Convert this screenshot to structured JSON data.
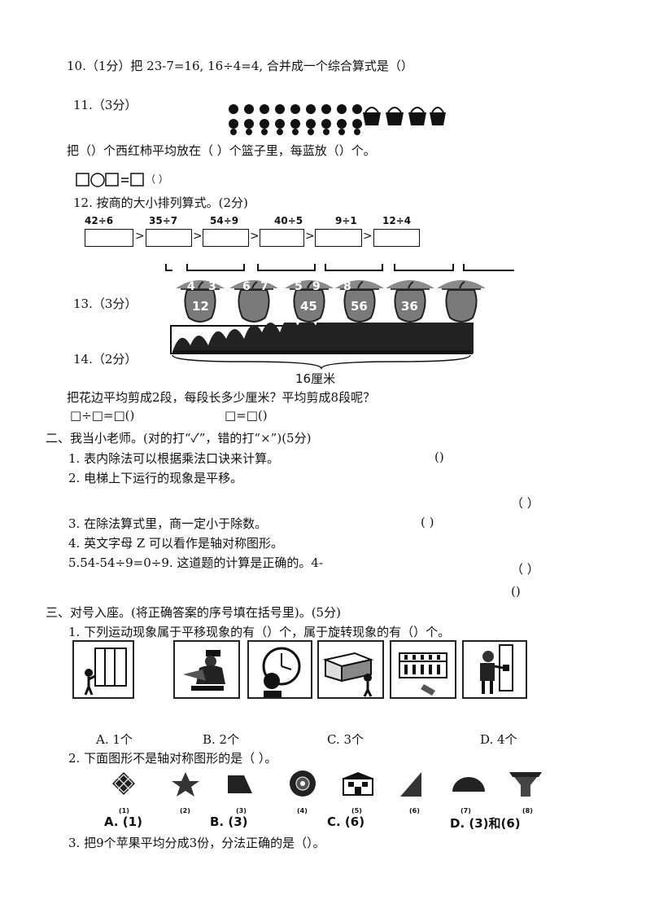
{
  "q10": "10.（1分）把 23-7=16, 16÷4=4, 合并成一个综合算式是（）",
  "q11": {
    "num": "11.（3分）",
    "text": "把（）个西红柿平均放在（ ）个篮子里，每蓝放（）个。",
    "eq_tail": "（ ）"
  },
  "q12": {
    "title": "12. 按商的大小排列算式。(2分)",
    "exprs": [
      "42÷6",
      "35÷7",
      "54÷9",
      "40÷5",
      "9÷1",
      "12÷4"
    ],
    "gt": ">"
  },
  "q13": {
    "num": "13.（3分）",
    "apples": [
      {
        "top": [
          "4",
          "3"
        ],
        "bottom": "12"
      },
      {
        "top": [
          "6",
          "7"
        ],
        "bottom": ""
      },
      {
        "top": [
          "5",
          "9"
        ],
        "bottom": "45"
      },
      {
        "top": [
          "8",
          ""
        ],
        "bottom": "56"
      },
      {
        "top": [
          "",
          ""
        ],
        "bottom": "36"
      },
      {
        "top": [
          "",
          ""
        ],
        "bottom": ""
      }
    ]
  },
  "q14": {
    "num": "14.（2分）",
    "length": "16厘米",
    "text": "把花边平均剪成2段，每段长多少厘米？平均剪成8段呢？",
    "eq1": "□÷□=□()",
    "eq2": "□=□()"
  },
  "sec2": {
    "title": "二、我当小老师。(对的打“✓”，错的打“×”)(5分)",
    "items": [
      {
        "text": "1. 表内除法可以根据乘法口诀来计算。",
        "paren": "()"
      },
      {
        "text": "2. 电梯上下运行的现象是平移。",
        "paren": "（ ）"
      },
      {
        "text": "3. 在除法算式里，商一定小于除数。",
        "paren": "( )"
      },
      {
        "text": "4. 英文字母 Z 可以看作是轴对称图形。",
        "paren": ""
      },
      {
        "text": "5.54-54÷9=0÷9. 这道题的计算是正确的。4-",
        "paren": "（ ）"
      }
    ],
    "extra_paren": "()"
  },
  "sec3": {
    "title": "三、对号入座。(将正确答案的序号填在括号里)。(5分)",
    "q1": "1. 下列运动现象属于平移现象的有（）个，属于旋转现象的有（）个。",
    "q1_options": [
      "A. 1个",
      "B. 2个",
      "C. 3个",
      "D. 4个"
    ],
    "q2": "2. 下面图形不是轴对称图形的是（ ）。",
    "shape_labels": [
      "(1)",
      "(2)",
      "(3)",
      "(4)",
      "(5)",
      "(6)",
      "(7)",
      "(8)"
    ],
    "q2_options": [
      "A. (1)",
      "B. (3)",
      "C. (6)",
      "D. (3)和(6)"
    ],
    "q3": "3. 把9个苹果平均分成3份，分法正确的是（）。"
  }
}
